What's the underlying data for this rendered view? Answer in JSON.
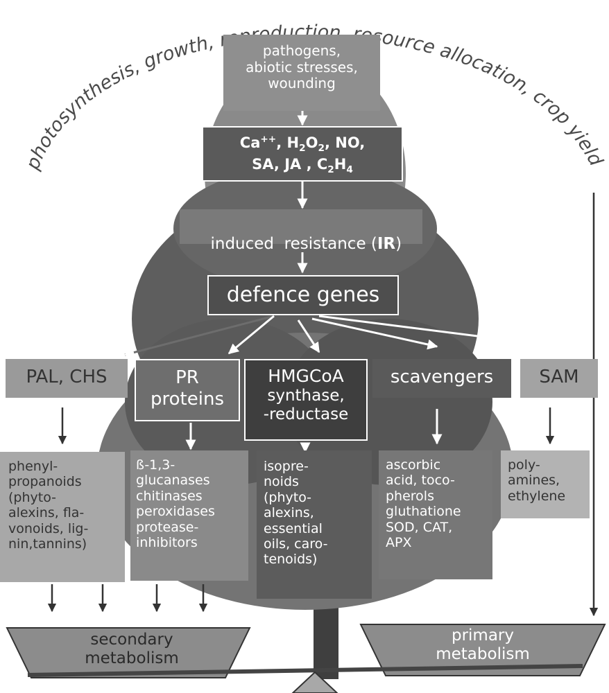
{
  "arc_text": "photosynthesis, growth, reproduction, resource allocation, crop yield",
  "stimulus": [
    "pathogens,",
    "abiotic stresses,",
    "wounding"
  ],
  "signals": {
    "line1": {
      "ca": "Ca",
      "ca_sup": "++",
      "h": ", H",
      "h_sub": "2",
      "o": "O",
      "o_sub": "2",
      "rest": ", NO,"
    },
    "line2": {
      "a": "SA, JA , C",
      "c_sub": "2",
      "h": "H",
      "h_sub": "4"
    }
  },
  "induced": {
    "label": "induced  resistance (",
    "abbr": "IR",
    "close": ")"
  },
  "defence_genes": "defence genes",
  "enzymes": {
    "pal": "PAL, CHS",
    "pr": [
      "PR",
      "proteins"
    ],
    "hmg": [
      "HMGCoA",
      "synthase,",
      "-reductase"
    ],
    "scavengers": "scavengers",
    "sam": "SAM"
  },
  "products": {
    "phenyl": [
      "phenyl-",
      "propanoids",
      "(phyto-",
      "alexins, fla-",
      "vonoids, lig-",
      "nin,tannins)"
    ],
    "glucanases": [
      "ß-1,3-",
      "glucanases",
      "chitinases",
      "peroxidases",
      "protease-",
      "inhibitors"
    ],
    "isoprenoids": [
      "isopre-",
      "noids",
      "(phyto-",
      "alexins,",
      "essential",
      "oils, caro-",
      "tenoids)"
    ],
    "ascorbic": [
      "ascorbic",
      "acid, toco-",
      "pherols",
      "gluthatione",
      "SOD, CAT,",
      "APX"
    ],
    "polyamines": [
      "poly-",
      "amines,",
      "ethylene"
    ]
  },
  "balance": {
    "left": [
      "secondary",
      "metabolism"
    ],
    "right": [
      "primary",
      "metabolism"
    ]
  }
}
